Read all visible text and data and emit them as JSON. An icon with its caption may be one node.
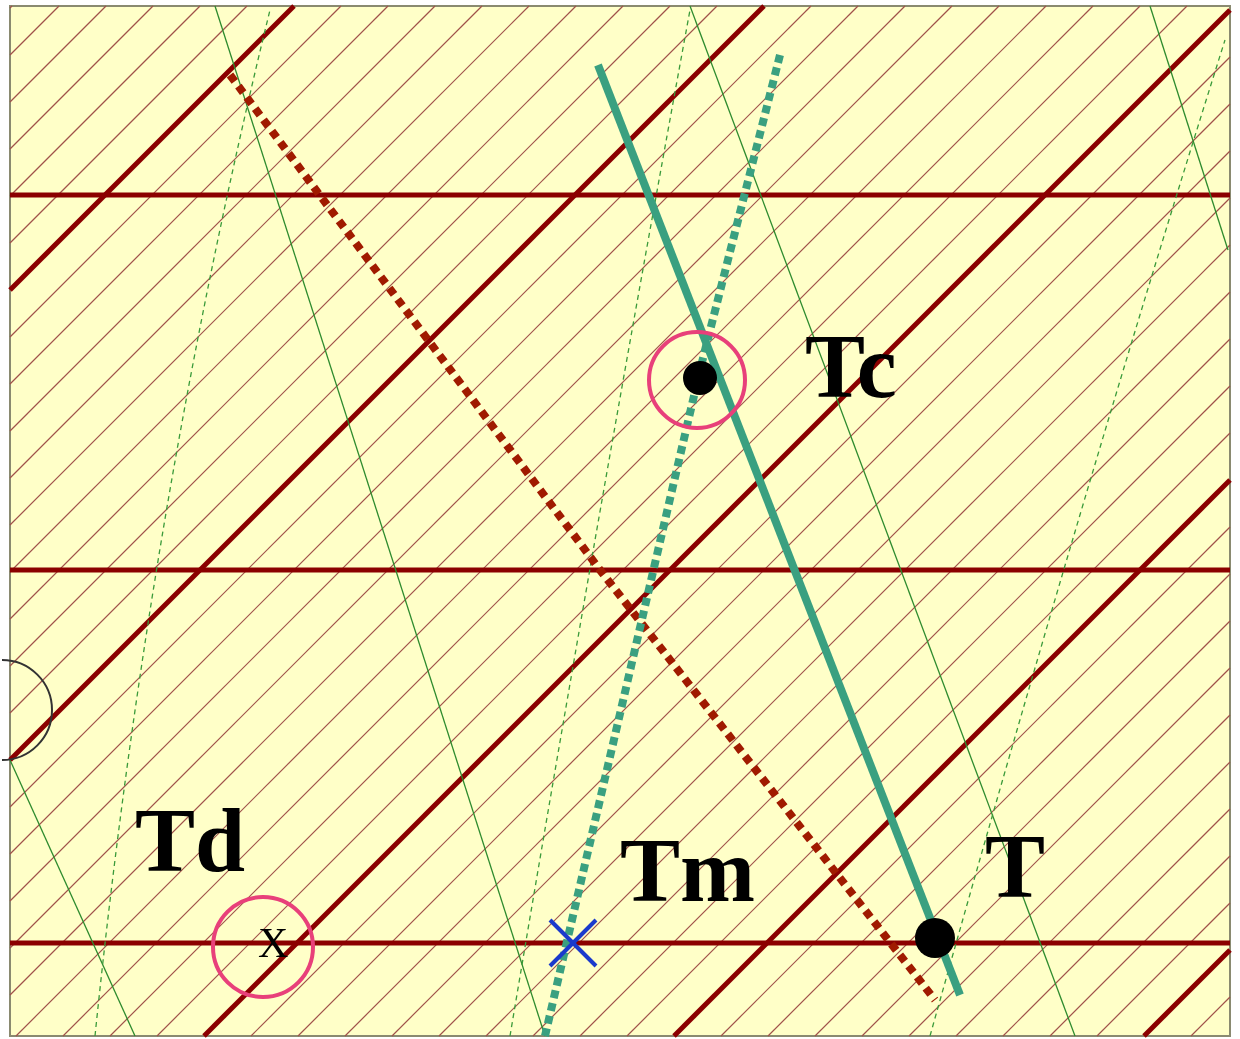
{
  "diagram": {
    "labels": [
      "Tc",
      "Td",
      "Tm",
      "T",
      "X"
    ]
  }
}
